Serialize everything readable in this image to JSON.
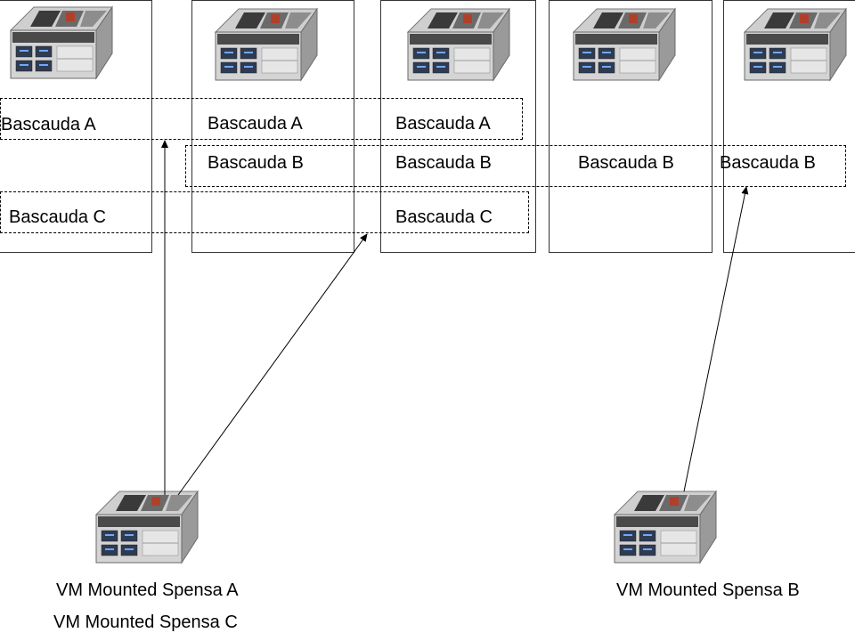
{
  "colors": {
    "stroke": "#333333",
    "text": "#000000",
    "chassis": "#b9b9b9"
  },
  "icons": {
    "server": "server-icon"
  },
  "nodes": [
    {
      "labels": [
        "Bascauda A",
        "Bascauda C"
      ]
    },
    {
      "labels": [
        "Bascauda A",
        "Bascauda B"
      ]
    },
    {
      "labels": [
        "Bascauda A",
        "Bascauda B",
        "Bascauda C"
      ]
    },
    {
      "labels": [
        "Bascauda B"
      ]
    },
    {
      "labels": [
        "Bascauda B"
      ]
    }
  ],
  "groups": [
    "Bascauda A",
    "Bascauda B",
    "Bascauda C"
  ],
  "hosts": [
    {
      "labels": [
        "VM Mounted Spensa A",
        "VM Mounted Spensa C"
      ]
    },
    {
      "labels": [
        "VM Mounted Spensa B"
      ]
    }
  ]
}
